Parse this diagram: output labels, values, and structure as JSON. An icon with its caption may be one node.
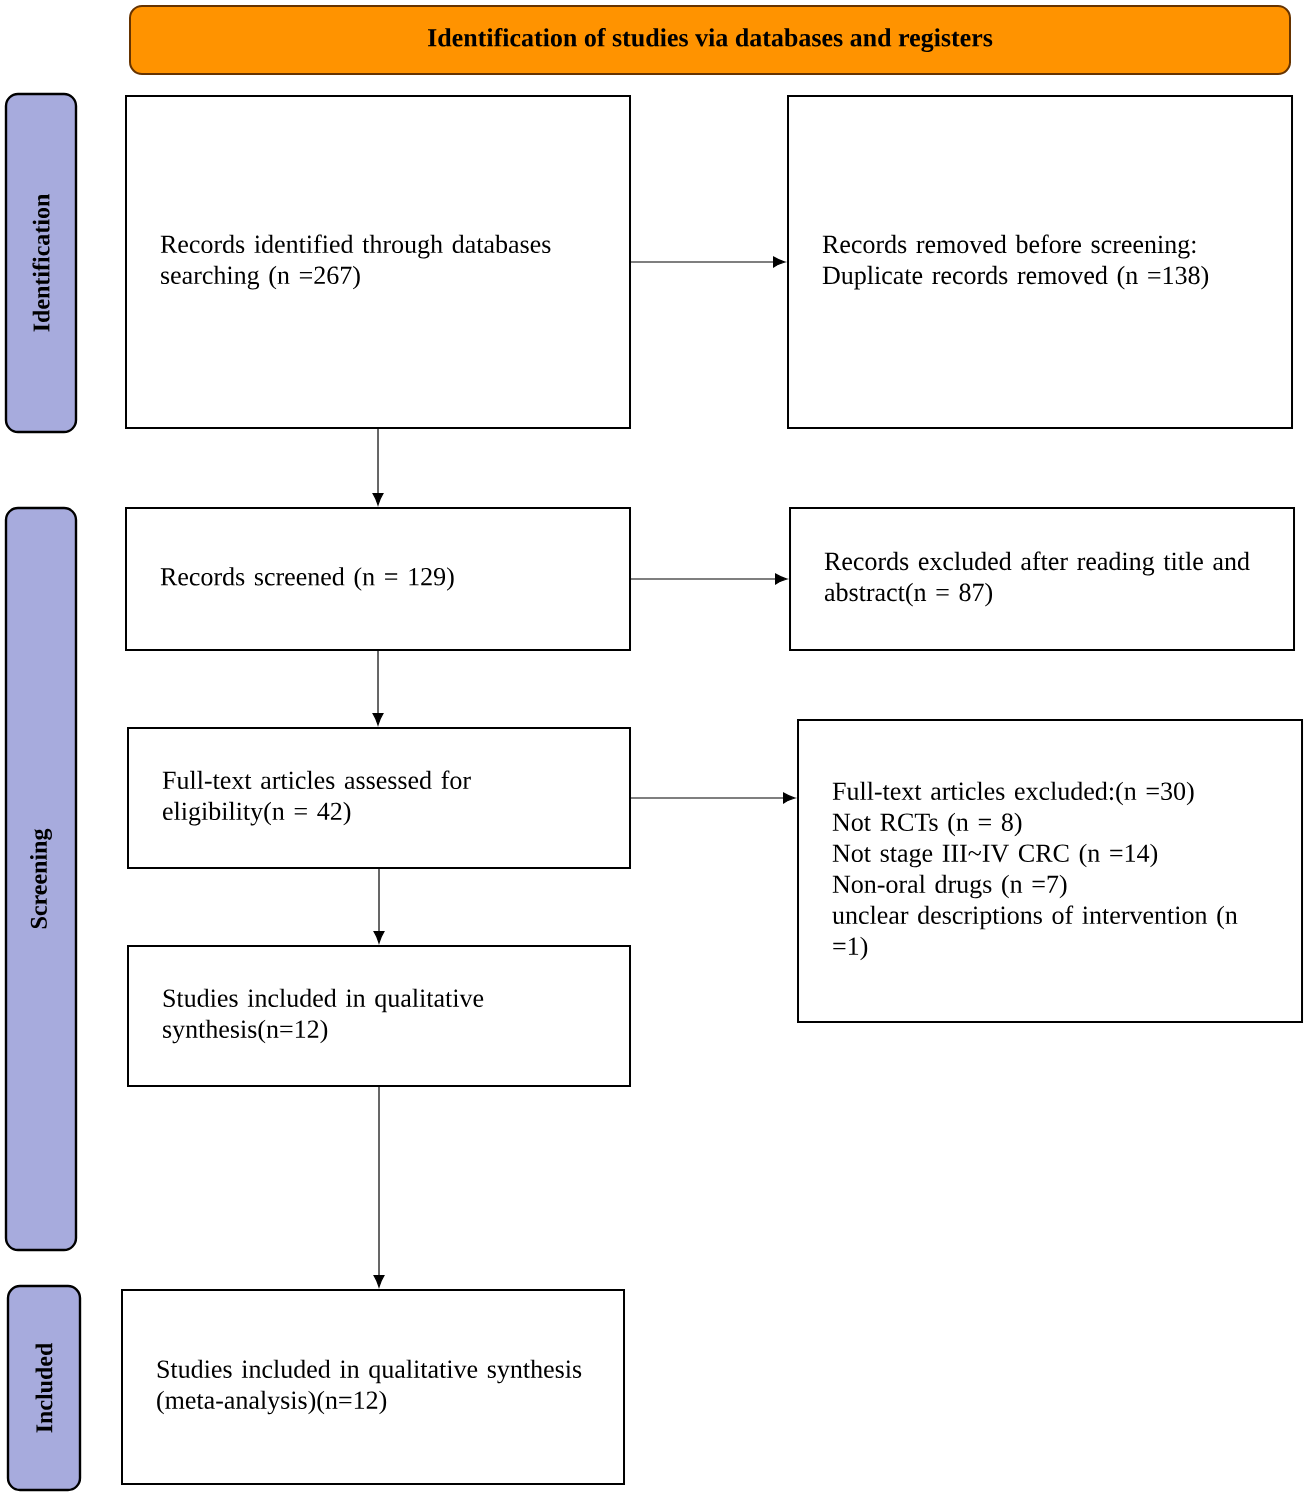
{
  "diagram": {
    "nodes": [
      {
        "text": [
          "Identification of studies via databases and registers"
        ]
      },
      {
        "text": [
          "Identification"
        ]
      },
      {
        "text": [
          "Screening"
        ]
      },
      {
        "text": [
          "Included"
        ]
      },
      {
        "text": [
          "Records identified through databases searching (n =267)"
        ]
      },
      {
        "text": [
          "Records removed before screening: Duplicate records removed (n =138)"
        ]
      },
      {
        "text": [
          "Records screened (n = 129)"
        ]
      },
      {
        "text": [
          "Records excluded after reading title and abstract(n = 87)"
        ]
      },
      {
        "text": [
          "Full-text articles assessed for eligibility(n = 42)"
        ]
      },
      {
        "text": [
          "Full-text articles excluded:(n =30)",
          "Not RCTs (n = 8)",
          "Not stage III~IV CRC (n =14)",
          "Non-oral drugs (n =7)",
          "unclear descriptions of intervention (n =1)"
        ]
      },
      {
        "text": [
          "Studies included in qualitative synthesis(n=12)"
        ]
      },
      {
        "text": [
          "Studies included in qualitative synthesis (meta-analysis)(n=12)"
        ]
      }
    ],
    "edges": [
      {
        "from": 4,
        "to": 5,
        "arrow": "to"
      },
      {
        "from": 4,
        "to": 6,
        "arrow": "to"
      },
      {
        "from": 6,
        "to": 7,
        "arrow": "to"
      },
      {
        "from": 6,
        "to": 8,
        "arrow": "to"
      },
      {
        "from": 8,
        "to": 9,
        "arrow": "to"
      },
      {
        "from": 8,
        "to": 10,
        "arrow": "to"
      },
      {
        "from": 10,
        "to": 11,
        "arrow": "to"
      }
    ]
  }
}
